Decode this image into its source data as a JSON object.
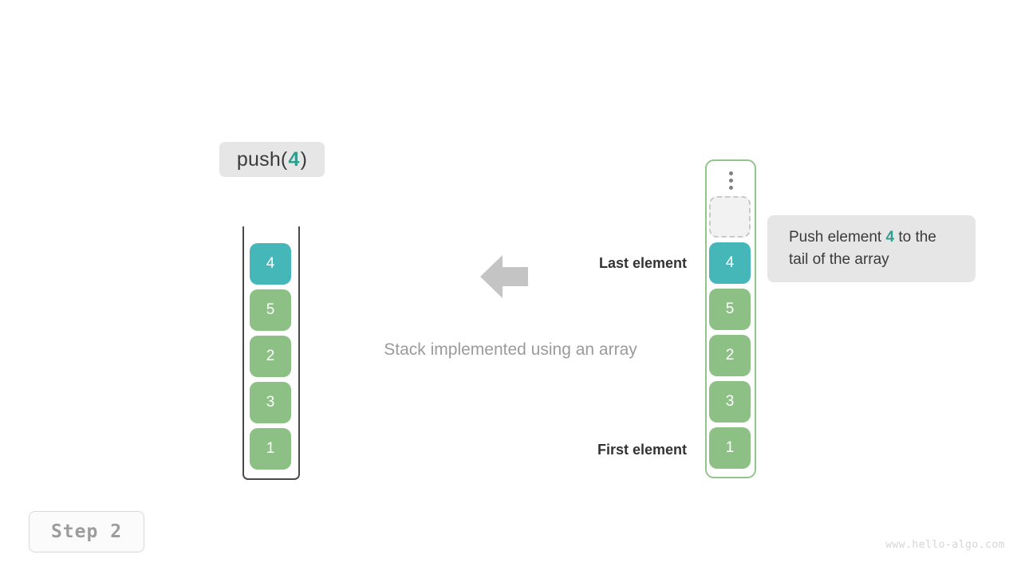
{
  "operation": {
    "prefix": "push(",
    "value": "4",
    "suffix": ")"
  },
  "stack": {
    "caption": "Stack implemented using an array",
    "last_element_label": "Last element",
    "first_element_label": "First element",
    "cells": [
      {
        "value": "4",
        "color": "teal"
      },
      {
        "value": "5",
        "color": "green"
      },
      {
        "value": "2",
        "color": "green"
      },
      {
        "value": "3",
        "color": "green"
      },
      {
        "value": "1",
        "color": "green"
      }
    ]
  },
  "array": {
    "ellipsis_icon": "vertical-ellipsis-icon",
    "cells": [
      {
        "value": "",
        "color": "empty"
      },
      {
        "value": "4",
        "color": "teal"
      },
      {
        "value": "5",
        "color": "green"
      },
      {
        "value": "2",
        "color": "green"
      },
      {
        "value": "3",
        "color": "green"
      },
      {
        "value": "1",
        "color": "green"
      }
    ]
  },
  "tooltip": {
    "text_before": "Push element ",
    "highlight": "4",
    "text_after": " to the tail of the array"
  },
  "step": {
    "label": "Step 2"
  },
  "watermark": {
    "text": "www.hello-algo.com"
  },
  "colors": {
    "teal": "#45b7b8",
    "green": "#8cc084",
    "teal_text": "#2f9e8f",
    "chip_bg": "#e6e6e6",
    "arrow": "#c4c4c4",
    "array_border": "#92c58c"
  }
}
